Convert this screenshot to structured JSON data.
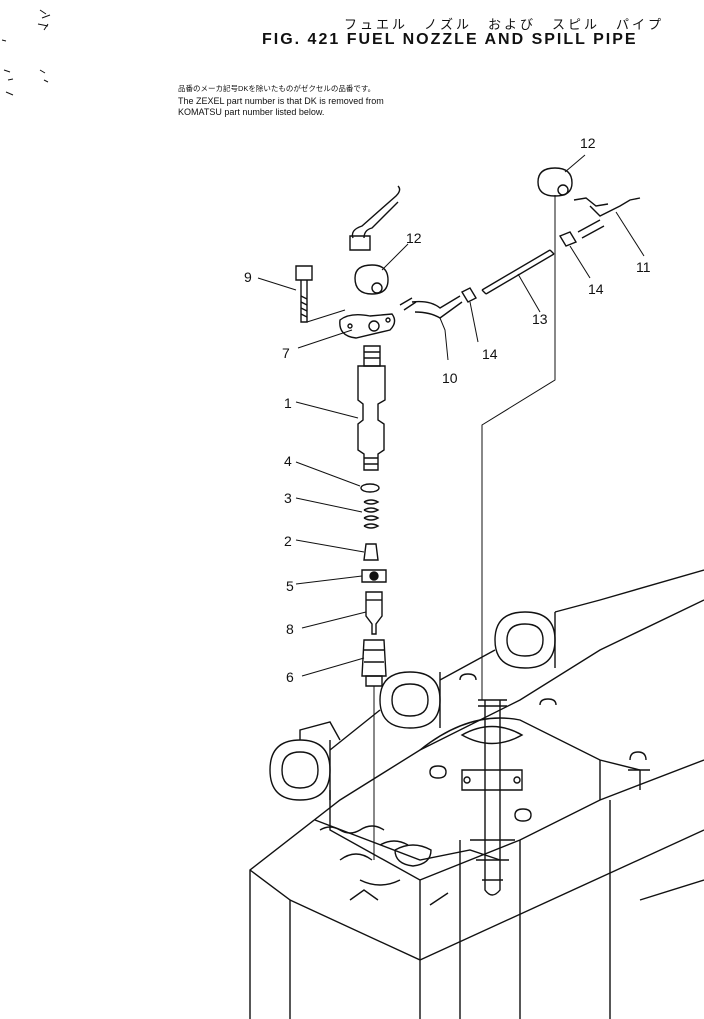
{
  "header": {
    "title_jp": "フュエル　ノズル　および　スピル　パイプ",
    "title_en": "FIG. 421  FUEL NOZZLE AND SPILL PIPE"
  },
  "notes": {
    "line1": "品番のメーカ記号DKを除いたものがゼクセルの品番です。",
    "line2": "The ZEXEL part number is that DK is removed from",
    "line3": "KOMATSU part number listed below."
  },
  "callouts": {
    "c1": "1",
    "c2": "2",
    "c3": "3",
    "c4": "4",
    "c5": "5",
    "c6": "6",
    "c7": "7",
    "c8": "8",
    "c9": "9",
    "c10": "10",
    "c11": "11",
    "c12a": "12",
    "c12b": "12",
    "c13": "13",
    "c14a": "14",
    "c14b": "14"
  }
}
